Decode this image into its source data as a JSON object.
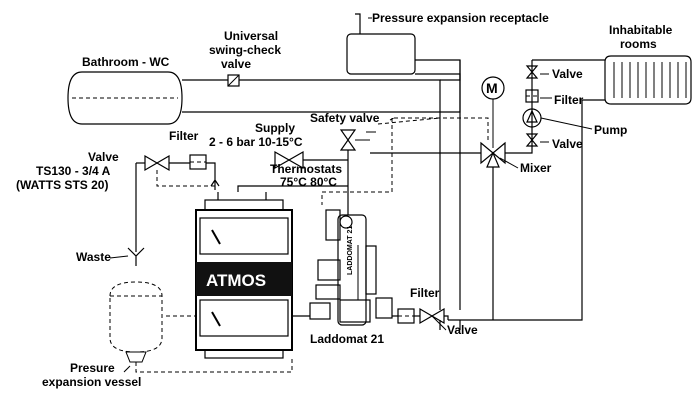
{
  "labels": {
    "pressure_receptacle": "Pressure expansion receptacle",
    "universal_valve": [
      "Universal",
      "swing-check",
      "valve"
    ],
    "bathroom": "Bathroom - WC",
    "inhabitable_rooms": [
      "Inhabitable",
      "rooms"
    ],
    "valve_top": "Valve",
    "filter_right": "Filter",
    "pump": "Pump",
    "valve_right": "Valve",
    "mixer": "Mixer",
    "motor": "M",
    "safety_valve": "Safety valve",
    "supply": [
      "Supply",
      "2 - 6 bar 10-15°C"
    ],
    "thermostats": [
      "Thermostats",
      "75°C  80°C"
    ],
    "filter_left": "Filter",
    "valve_left": [
      "Valve",
      "TS130 - 3/4 A",
      "(WATTS STS 20)"
    ],
    "waste": "Waste",
    "boiler_brand": "ATMOS",
    "laddomat": "Laddomat 21",
    "laddomat_body": "LADDOMAT 21",
    "filter_bottom": "Filter",
    "valve_bottom": "Valve",
    "expansion_vessel": [
      "Presure",
      "expansion vessel"
    ]
  },
  "colors": {
    "line": "#000000",
    "background": "#ffffff",
    "boiler_band": "#111111"
  }
}
